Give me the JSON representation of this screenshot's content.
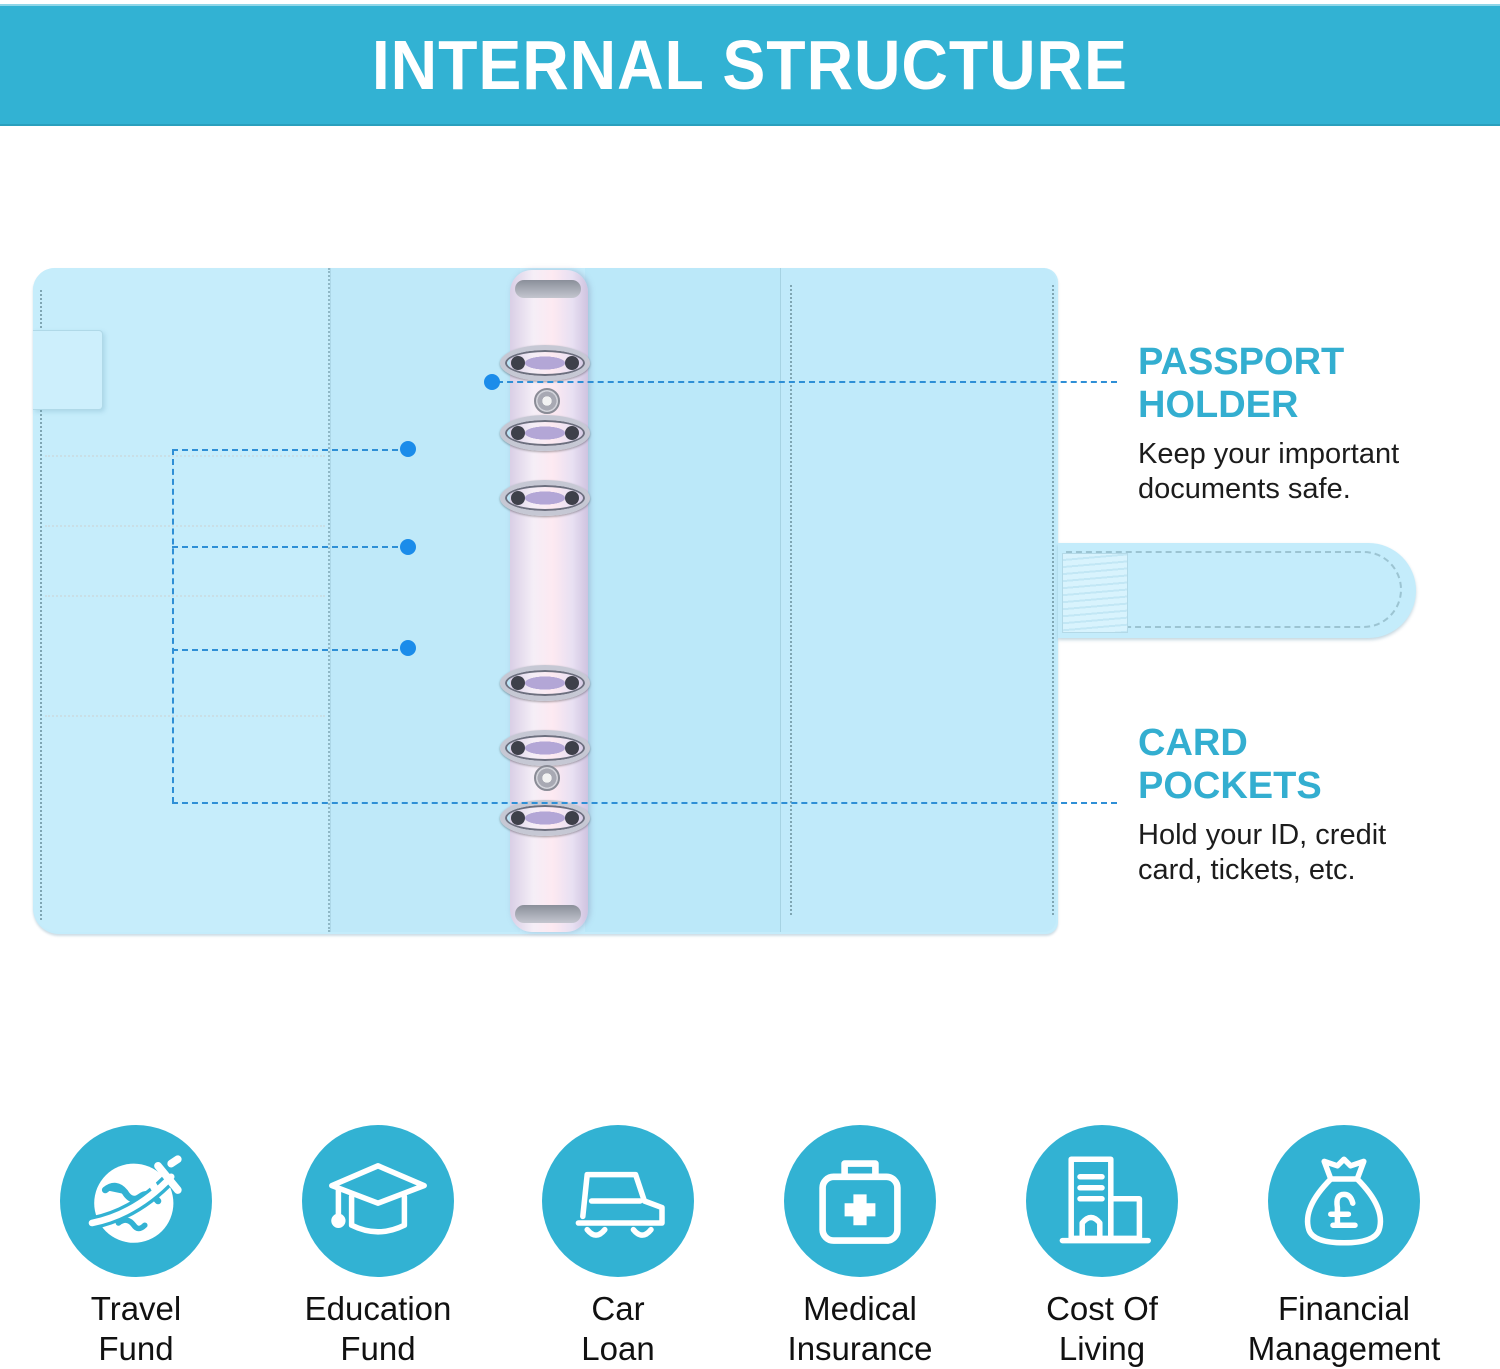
{
  "header": {
    "title": "INTERNAL STRUCTURE"
  },
  "colors": {
    "brand_teal": "#32b2d3",
    "callout_title": "#33aed0",
    "callout_line": "#2e8fd6",
    "callout_dot": "#1b8cea",
    "binder_cover": "#c4ecfb",
    "text_dark": "#1c1c1c"
  },
  "callouts": [
    {
      "id": "passport-holder",
      "title_lines": [
        "PASSPORT",
        "HOLDER"
      ],
      "description_lines": [
        "Keep your important",
        "documents safe."
      ]
    },
    {
      "id": "card-pockets",
      "title_lines": [
        "CARD",
        "POCKETS"
      ],
      "description_lines": [
        "Hold your ID, credit",
        "card, tickets, etc."
      ]
    }
  ],
  "features": [
    {
      "icon": "globe-airplane-icon",
      "label_lines": [
        "Travel",
        "Fund"
      ]
    },
    {
      "icon": "graduation-cap-icon",
      "label_lines": [
        "Education",
        "Fund"
      ]
    },
    {
      "icon": "car-icon",
      "label_lines": [
        "Car",
        "Loan"
      ]
    },
    {
      "icon": "medical-kit-icon",
      "label_lines": [
        "Medical",
        "Insurance"
      ]
    },
    {
      "icon": "building-icon",
      "label_lines": [
        "Cost Of",
        "Living"
      ]
    },
    {
      "icon": "money-bag-pound-icon",
      "label_lines": [
        "Financial",
        "Management"
      ]
    }
  ]
}
